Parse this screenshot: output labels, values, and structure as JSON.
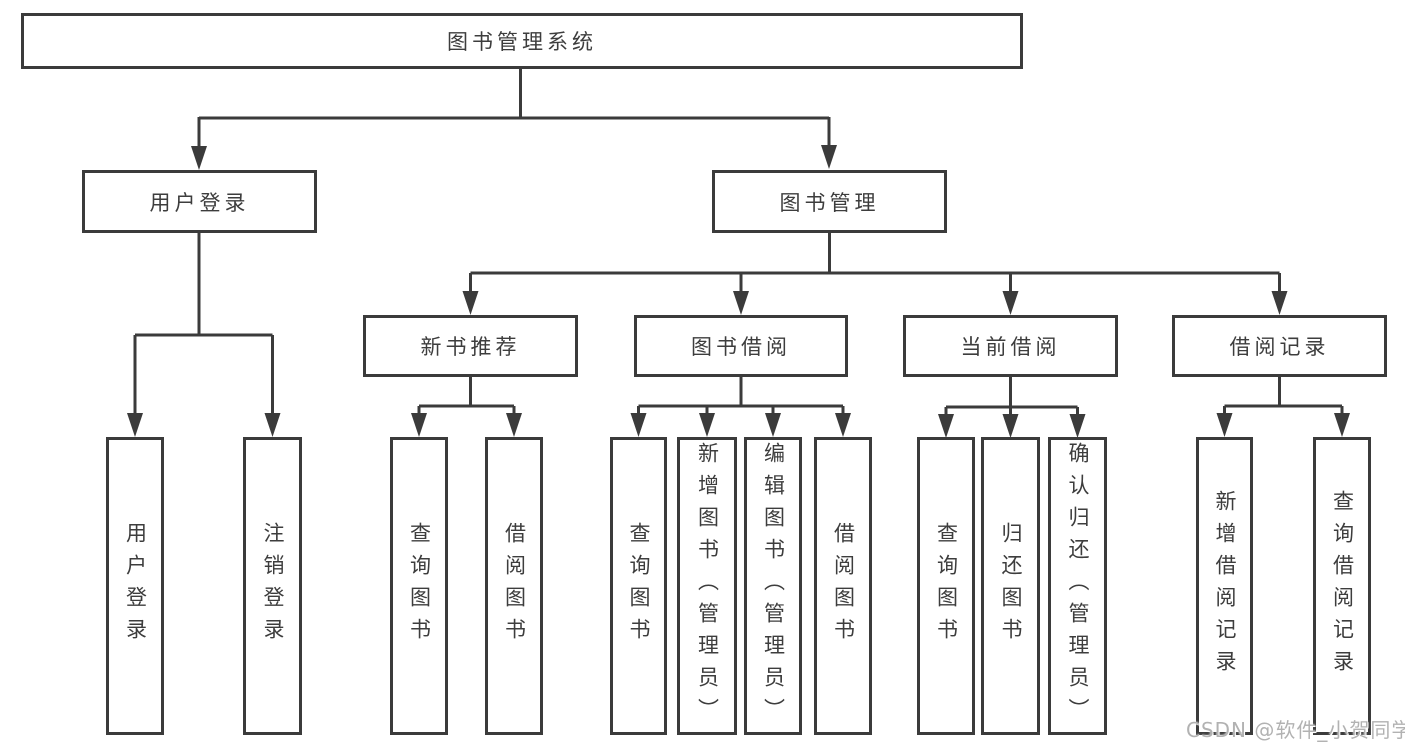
{
  "colors": {
    "line": "#3b3b3b",
    "text": "#3d3d3d",
    "watermark": "#b2b2b2",
    "background": "#ffffff"
  },
  "watermark": "CSDN @软件_小贺同学",
  "tree": {
    "label": "图书管理系统",
    "children": [
      {
        "label": "用户登录",
        "children": [
          {
            "label": "用户登录"
          },
          {
            "label": "注销登录"
          }
        ]
      },
      {
        "label": "图书管理",
        "children": [
          {
            "label": "新书推荐",
            "children": [
              {
                "label": "查询图书"
              },
              {
                "label": "借阅图书"
              }
            ]
          },
          {
            "label": "图书借阅",
            "children": [
              {
                "label": "查询图书"
              },
              {
                "label": "新增图书（管理员）"
              },
              {
                "label": "编辑图书（管理员）"
              },
              {
                "label": "借阅图书"
              }
            ]
          },
          {
            "label": "当前借阅",
            "children": [
              {
                "label": "查询图书"
              },
              {
                "label": "归还图书"
              },
              {
                "label": "确认归还（管理员）"
              }
            ]
          },
          {
            "label": "借阅记录",
            "children": [
              {
                "label": "新增借阅记录"
              },
              {
                "label": "查询借阅记录"
              }
            ]
          }
        ]
      }
    ]
  }
}
